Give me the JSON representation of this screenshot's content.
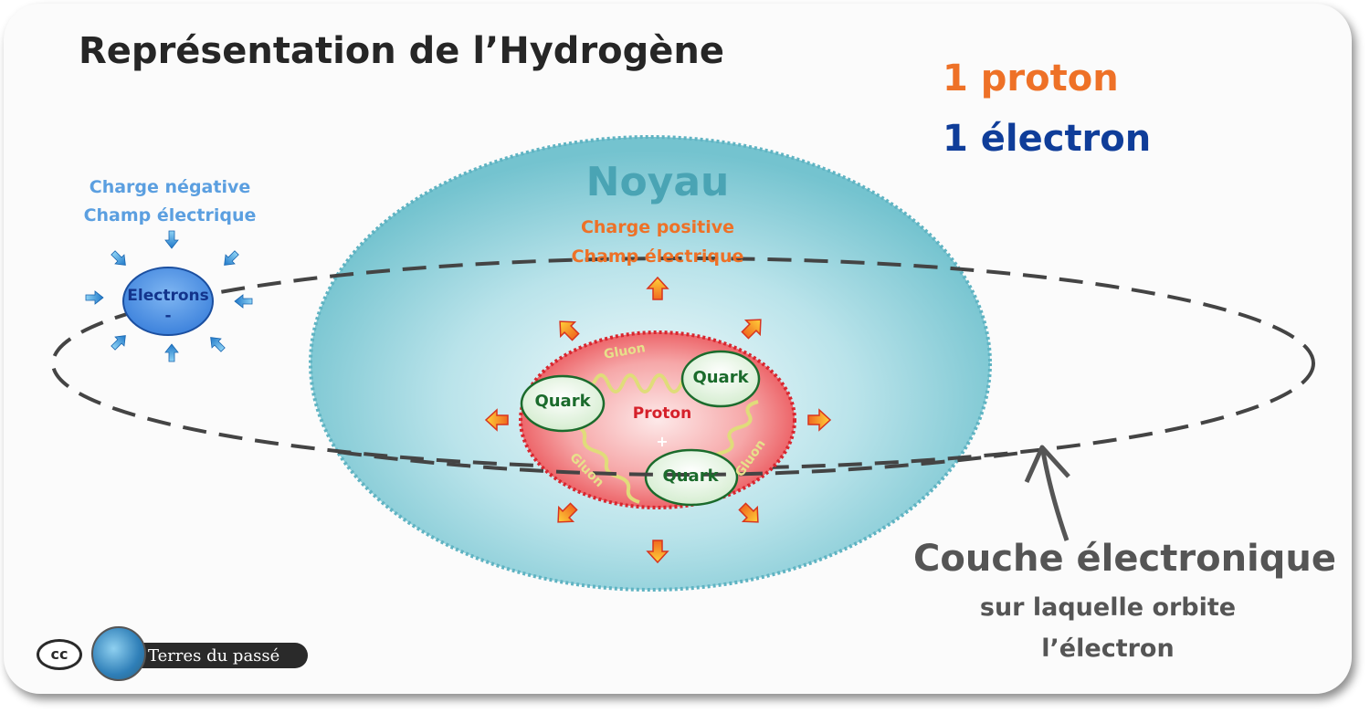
{
  "title": "Représentation de l’Hydrogène",
  "counts": {
    "protons": "1 proton",
    "electrons": "1 électron"
  },
  "electron": {
    "charge": "Charge négative",
    "field": "Champ électrique",
    "label": "Electrons",
    "sign": "-"
  },
  "nucleus": {
    "label": "Noyau",
    "charge": "Charge positive",
    "field": "Champ électrique"
  },
  "proton": {
    "label": "Proton",
    "sign": "+",
    "quarks": [
      "Quark",
      "Quark",
      "Quark"
    ],
    "gluons": [
      "Gluon",
      "Gluon",
      "Gluon"
    ]
  },
  "shell": {
    "label": "Couche électronique",
    "caption_line1": "sur laquelle orbite",
    "caption_line2": "l’électron"
  },
  "branding": {
    "license": "cc",
    "site": "Terres du passé"
  },
  "colors": {
    "proton_count": "#ee7127",
    "electron_count": "#0f3d99",
    "nucleus": "#7ccbd6",
    "proton": "#e84a4f",
    "quark": "#1b6b2c",
    "electron_cloud": "#4a90e0",
    "orbit": "#444444"
  }
}
